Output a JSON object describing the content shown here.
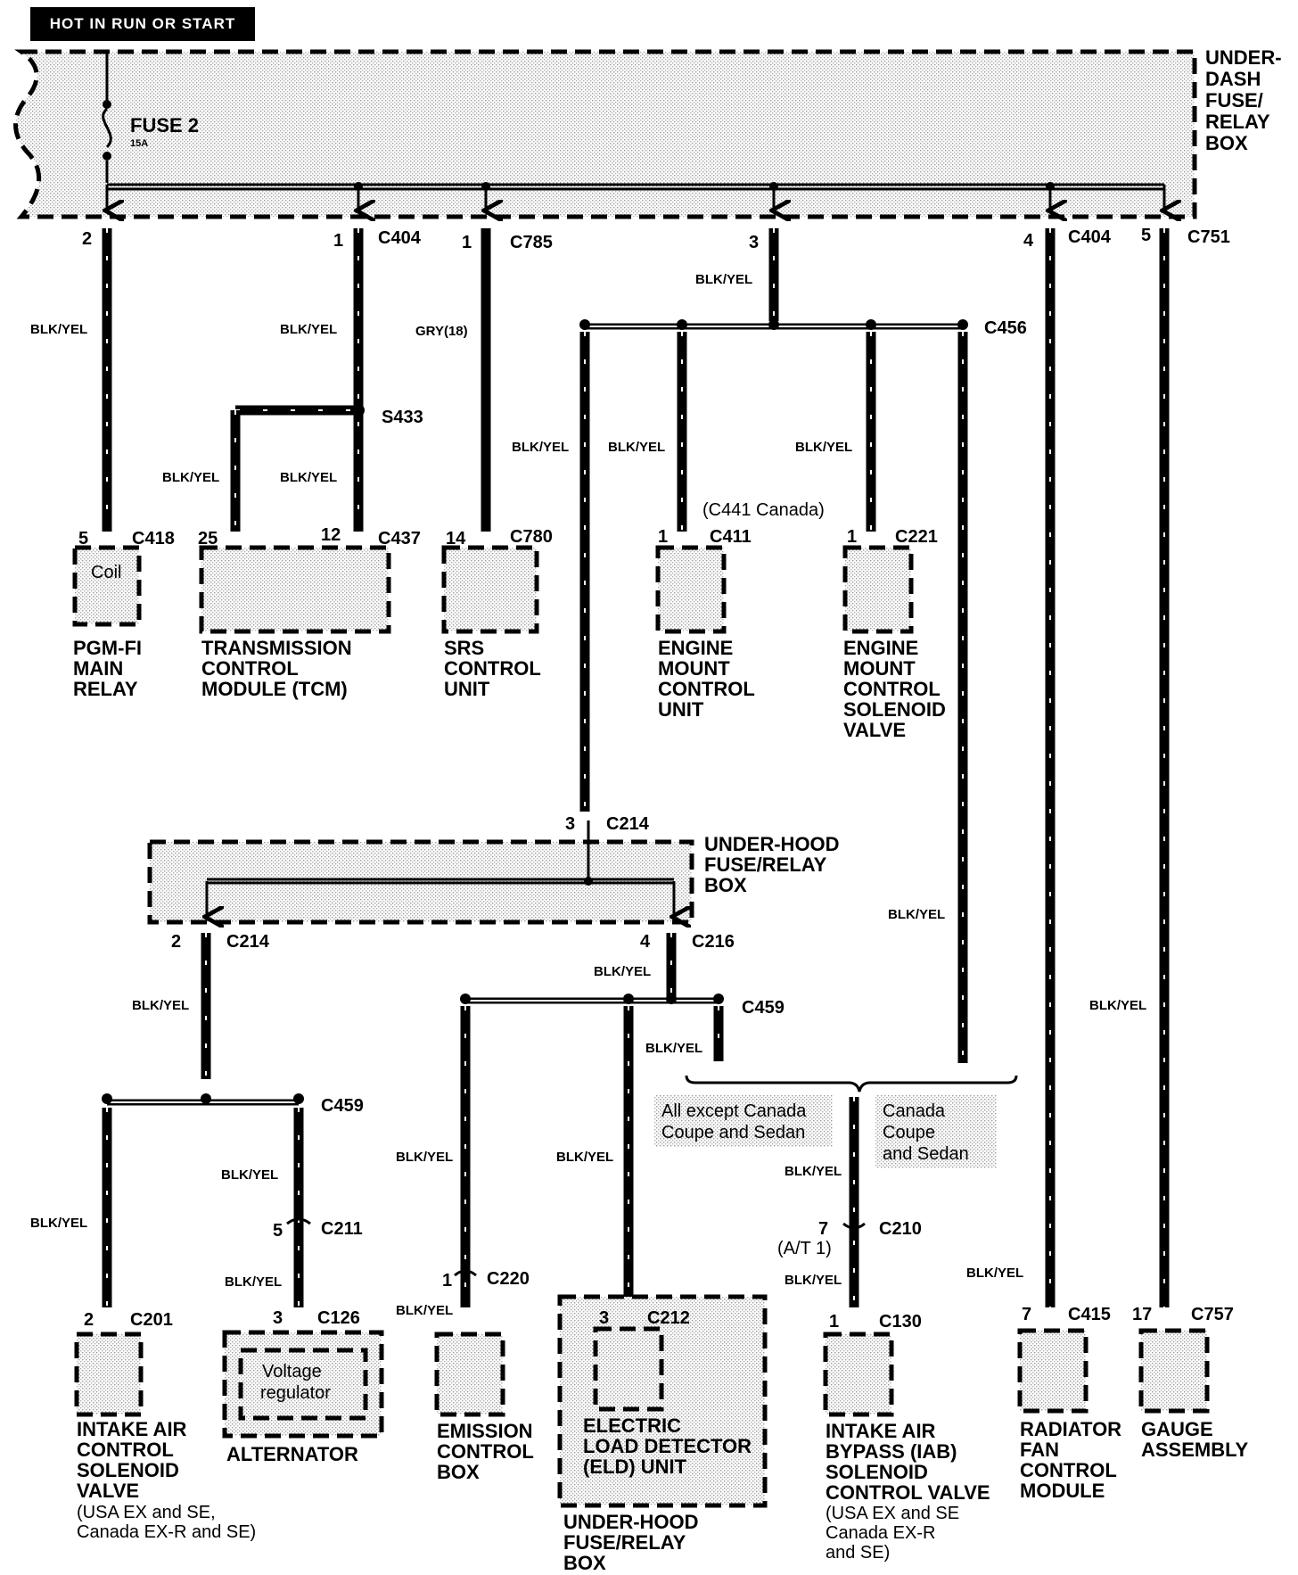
{
  "header": {
    "badge": "HOT IN  RUN OR  START"
  },
  "fuse_box": {
    "line1": "UNDER-",
    "line2": "DASH",
    "line3": "FUSE/",
    "line4": "RELAY",
    "line5": "BOX",
    "fuse": "FUSE 2",
    "rating": "15A"
  },
  "top_connectors": [
    {
      "pin": "2",
      "connector": ""
    },
    {
      "pin": "1",
      "connector": "C404"
    },
    {
      "pin": "1",
      "connector": "C785"
    },
    {
      "pin": "3",
      "connector": ""
    },
    {
      "pin": "4",
      "connector": "C404"
    },
    {
      "pin": "5",
      "connector": "C751"
    }
  ],
  "wires": {
    "blk_yel": "BLK/YEL",
    "gry": "GRY(18)"
  },
  "splices": {
    "s433": "S433",
    "c456": "C456",
    "c459": "C459"
  },
  "components": {
    "pgmfi": {
      "pin": "5",
      "connector": "C418",
      "inner": "Coil",
      "l1": "PGM-FI",
      "l2": "MAIN",
      "l3": "RELAY"
    },
    "tcm": {
      "pin_a": "25",
      "pin_b": "12",
      "connector": "C437",
      "l1": "TRANSMISSION",
      "l2": "CONTROL",
      "l3": "MODULE (TCM)"
    },
    "srs": {
      "pin": "14",
      "connector": "C780",
      "l1": "SRS",
      "l2": "CONTROL",
      "l3": "UNIT"
    },
    "emcu": {
      "pin": "1",
      "connector": "C411",
      "note": "(C441 Canada)",
      "l1": "ENGINE",
      "l2": "MOUNT",
      "l3": "CONTROL",
      "l4": "UNIT"
    },
    "emcsv": {
      "pin": "1",
      "connector": "C221",
      "l1": "ENGINE",
      "l2": "MOUNT",
      "l3": "CONTROL",
      "l4": "SOLENOID",
      "l5": "VALVE"
    },
    "underhood": {
      "pin_in": "3",
      "connector_in": "C214",
      "l1": "UNDER-HOOD",
      "l2": "FUSE/RELAY",
      "l3": "BOX",
      "pin_a": "2",
      "connector_a": "C214",
      "pin_b": "4",
      "connector_b": "C216"
    },
    "iacsv": {
      "pin": "2",
      "connector": "C201",
      "l1": "INTAKE AIR",
      "l2": "CONTROL",
      "l3": "SOLENOID",
      "l4": "VALVE",
      "l5": "(USA EX and SE,",
      "l6": "Canada EX-R and SE)"
    },
    "alternator": {
      "pin_mid": "5",
      "connector_mid": "C211",
      "pin": "3",
      "connector": "C126",
      "inner1": "Voltage",
      "inner2": "regulator",
      "label": "ALTERNATOR"
    },
    "ecb": {
      "pin": "1",
      "connector": "C220",
      "l1": "EMISSION",
      "l2": "CONTROL",
      "l3": "BOX"
    },
    "eld": {
      "pin": "3",
      "connector": "C212",
      "i1": "ELECTRIC",
      "i2": "LOAD DETECTOR",
      "i3": "(ELD) UNIT",
      "l1": "UNDER-HOOD",
      "l2": "FUSE/RELAY",
      "l3": "BOX"
    },
    "variants": {
      "a1": "All except Canada",
      "a2": "Coupe and Sedan",
      "b1": "Canada",
      "b2": "Coupe",
      "b3": "and Sedan"
    },
    "iab": {
      "pin_mid": "7",
      "connector_mid": "C210",
      "note": "(A/T 1)",
      "pin": "1",
      "connector": "C130",
      "l1": "INTAKE AIR",
      "l2": "BYPASS (IAB)",
      "l3": "SOLENOID",
      "l4": "CONTROL VALVE",
      "l5": "(USA EX and SE",
      "l6": "Canada EX-R",
      "l7": "and SE)"
    },
    "rfcm": {
      "pin": "7",
      "connector": "C415",
      "l1": "RADIATOR",
      "l2": "FAN",
      "l3": "CONTROL",
      "l4": "MODULE"
    },
    "gauge": {
      "pin": "17",
      "connector": "C757",
      "l1": "GAUGE",
      "l2": "ASSEMBLY"
    }
  }
}
